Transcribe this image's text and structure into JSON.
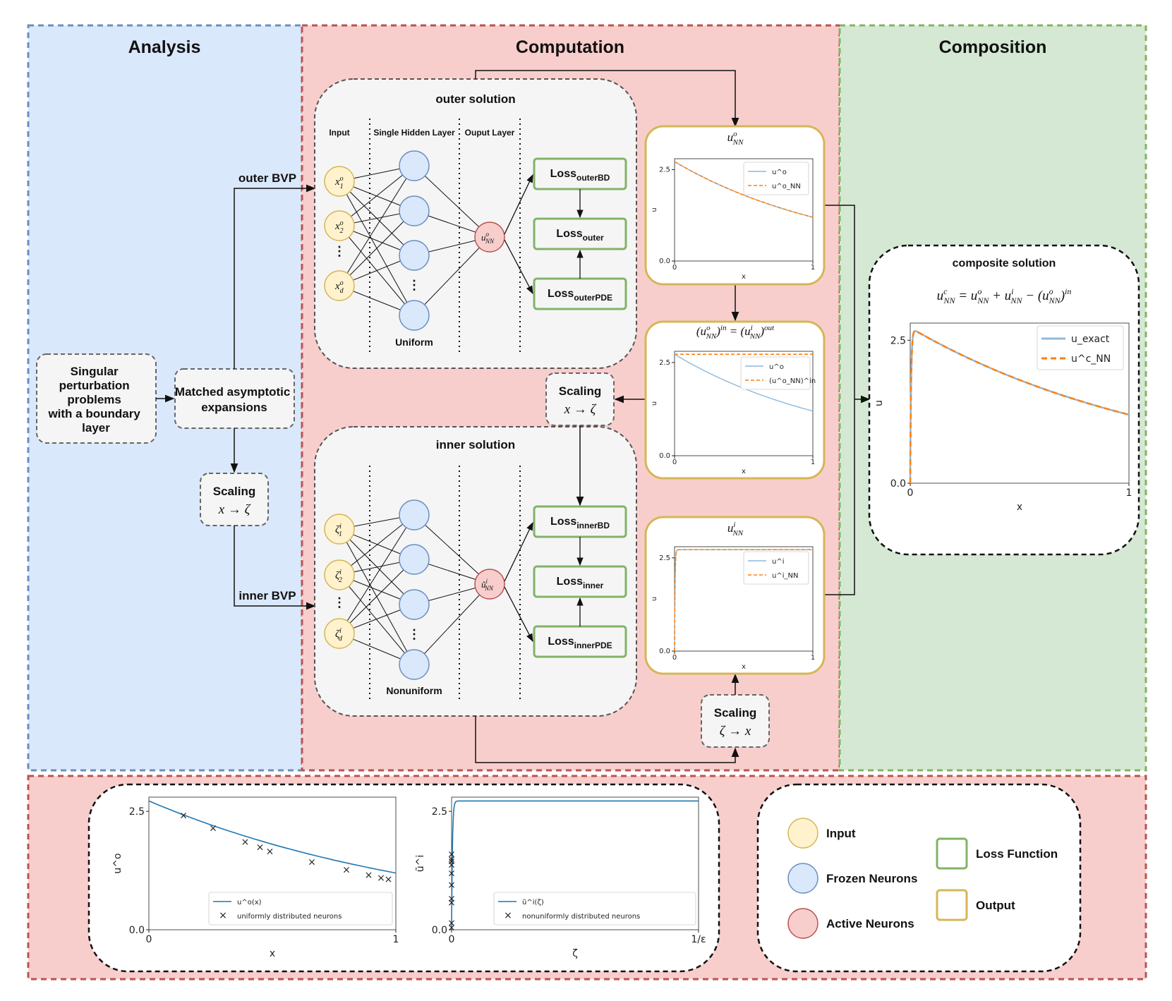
{
  "panels": {
    "analysis": "Analysis",
    "computation": "Computation",
    "composition": "Composition"
  },
  "analysis": {
    "singular_lines": [
      "Singular",
      "perturbation",
      "problems",
      "with a boundary",
      "layer"
    ],
    "matched_lines": [
      "Matched asymptotic",
      "expansions"
    ],
    "scaling_label": "Scaling",
    "scaling_math": "x → ζ",
    "outer_bvp": "outer BVP",
    "inner_bvp": "inner BVP"
  },
  "outer_net": {
    "title": "outer solution",
    "col_input": "Input",
    "col_hidden": "Single Hidden Layer",
    "col_output": "Ouput Layer",
    "inputs": [
      "x",
      "x",
      "x"
    ],
    "input_subs": [
      "1",
      "2",
      "d"
    ],
    "input_sup": "o",
    "output": "u",
    "output_sub": "NN",
    "output_sup": "o",
    "distribution": "Uniform",
    "losses": [
      {
        "main": "Loss",
        "sub": "outerBD"
      },
      {
        "main": "Loss",
        "sub": "outer"
      },
      {
        "main": "Loss",
        "sub": "outerPDE"
      }
    ]
  },
  "inner_net": {
    "title": "inner solution",
    "inputs": [
      "ζ",
      "ζ",
      "ζ"
    ],
    "input_subs": [
      "1",
      "2",
      "d"
    ],
    "input_sup": "i",
    "output": "ũ",
    "output_sub": "NN",
    "output_sup": "i",
    "distribution": "Nonuniform",
    "losses": [
      {
        "main": "Loss",
        "sub": "innerBD"
      },
      {
        "main": "Loss",
        "sub": "inner"
      },
      {
        "main": "Loss",
        "sub": "innerPDE"
      }
    ]
  },
  "mid_scaling": {
    "label": "Scaling",
    "math": "x → ζ"
  },
  "bottom_scaling": {
    "label": "Scaling",
    "math": "ζ → x"
  },
  "outputs": {
    "outer_title": "u^o_NN",
    "match_title": "(u^o_NN)^in = (u^i_NN)^out",
    "inner_title": "u^i_NN"
  },
  "composite": {
    "title": "composite solution",
    "formula": "u^c_NN = u^o_NN + u^i_NN − (u^o_NN)^in"
  },
  "legend": {
    "input": "Input",
    "frozen": "Frozen Neurons",
    "active": "Active Neurons",
    "loss": "Loss Function",
    "output": "Output"
  },
  "colors": {
    "analysis_bg": "#dae8fc",
    "analysis_border": "#6c8ebf",
    "computation_bg": "#f8cecc",
    "computation_border": "#b85450",
    "composition_bg": "#d5e8d4",
    "composition_border": "#82b366",
    "input_fill": "#fff2cc",
    "input_stroke": "#d6b656",
    "frozen_fill": "#dae8fc",
    "frozen_stroke": "#6c8ebf",
    "active_fill": "#f8cecc",
    "active_stroke": "#b85450",
    "loss_stroke": "#82b366",
    "output_stroke": "#d6b656",
    "exact_line": "#8fb9da",
    "nn_line": "#ff7f0e",
    "plot_line": "#1f77b4",
    "marker": "#d62728"
  },
  "chart_data": [
    {
      "type": "line",
      "xlabel": "x",
      "ylabel": "u",
      "xticks": [
        "0",
        "1"
      ],
      "yticks": [
        "0.0",
        "2.5"
      ],
      "xlim": [
        0,
        1
      ],
      "ylim": [
        0,
        2.8
      ],
      "series": [
        {
          "name": "u^o"
        },
        {
          "name": "u^o_NN"
        }
      ],
      "x": [
        0,
        0.25,
        0.5,
        0.75,
        1
      ],
      "y": [
        2.72,
        2.2,
        1.8,
        1.5,
        1.2
      ]
    },
    {
      "type": "line",
      "xlabel": "x",
      "ylabel": "u",
      "xticks": [
        "0",
        "1"
      ],
      "yticks": [
        "0.0",
        "2.5"
      ],
      "xlim": [
        0,
        1
      ],
      "ylim": [
        0,
        2.8
      ],
      "series": [
        {
          "name": "u^o"
        },
        {
          "name": "(u^o_NN)^in"
        }
      ],
      "x": [
        0,
        0.25,
        0.5,
        0.75,
        1
      ],
      "y_outer": [
        2.72,
        2.2,
        1.8,
        1.5,
        1.2
      ],
      "y_matching": [
        2.72,
        2.72,
        2.72,
        2.72,
        2.72
      ]
    },
    {
      "type": "line",
      "xlabel": "x",
      "ylabel": "u",
      "xticks": [
        "0",
        "1"
      ],
      "yticks": [
        "0.0",
        "2.5"
      ],
      "xlim": [
        0,
        1
      ],
      "ylim": [
        0,
        2.8
      ],
      "series": [
        {
          "name": "u^i"
        },
        {
          "name": "u^i_NN"
        }
      ],
      "x": [
        0,
        0.005,
        0.01,
        0.02,
        0.05,
        1
      ],
      "y": [
        0,
        2.0,
        2.55,
        2.7,
        2.72,
        2.72
      ]
    },
    {
      "type": "line",
      "xlabel": "x",
      "ylabel": "u",
      "xticks": [
        "0",
        "1"
      ],
      "yticks": [
        "0.0",
        "2.5"
      ],
      "xlim": [
        0,
        1
      ],
      "ylim": [
        0,
        2.8
      ],
      "series": [
        {
          "name": "u_exact"
        },
        {
          "name": "u^c_NN"
        }
      ],
      "x": [
        0,
        0.01,
        0.02,
        0.03,
        0.25,
        0.5,
        0.75,
        1
      ],
      "y": [
        0,
        2.3,
        2.62,
        2.72,
        2.2,
        1.8,
        1.5,
        1.2
      ]
    },
    {
      "type": "line",
      "xlabel": "x",
      "ylabel": "u^o",
      "xticks": [
        "0",
        "1"
      ],
      "yticks": [
        "0.0",
        "2.5"
      ],
      "xlim": [
        0,
        1
      ],
      "ylim": [
        0,
        2.8
      ],
      "series": [
        {
          "name": "u^o(x)",
          "x": [
            0,
            0.25,
            0.5,
            0.75,
            1
          ],
          "y": [
            2.72,
            2.2,
            1.8,
            1.5,
            1.2
          ]
        },
        {
          "name": "uniformly distributed neurons",
          "x": [
            0.14,
            0.26,
            0.39,
            0.45,
            0.49,
            0.66,
            0.8,
            0.89,
            0.94,
            0.97
          ],
          "y": [
            2.42,
            2.15,
            1.86,
            1.75,
            1.66,
            1.44,
            1.27,
            1.16,
            1.1,
            1.07
          ]
        }
      ]
    },
    {
      "type": "line",
      "xlabel": "ζ",
      "ylabel": "ũ^i",
      "xticks": [
        "0",
        "1/ε"
      ],
      "yticks": [
        "0.0",
        "2.5"
      ],
      "xlim": [
        0,
        1
      ],
      "ylim": [
        0,
        2.8
      ],
      "series": [
        {
          "name": "ũ^i(ζ)",
          "x": [
            0,
            0.003,
            0.006,
            0.01,
            0.02,
            1
          ],
          "y": [
            0,
            2.3,
            2.62,
            2.7,
            2.72,
            2.72
          ]
        },
        {
          "name": "nonuniformly distributed neurons",
          "x": [
            0,
            0,
            0,
            0,
            0,
            0,
            0,
            0,
            0,
            0
          ],
          "y": [
            0.05,
            0.15,
            0.58,
            0.66,
            0.95,
            1.2,
            1.38,
            1.45,
            1.5,
            1.6
          ]
        }
      ]
    }
  ]
}
